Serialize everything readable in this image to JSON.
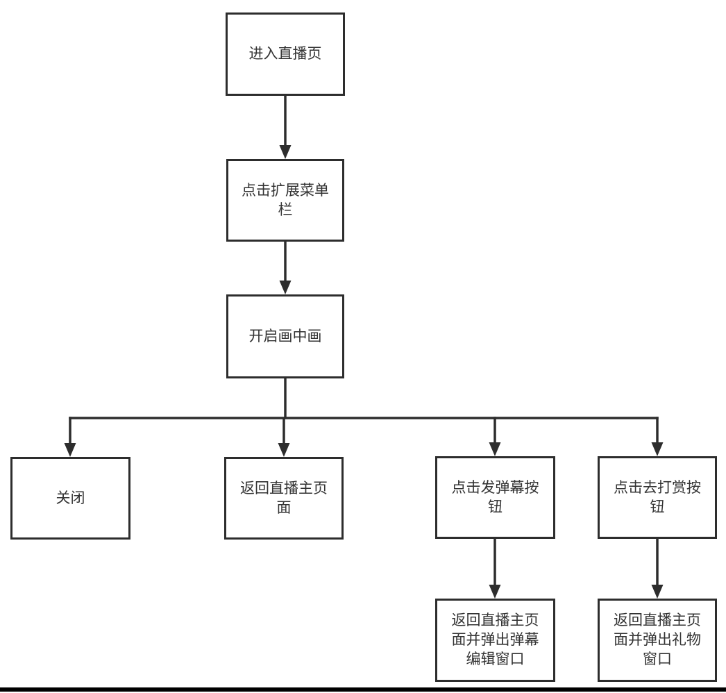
{
  "diagram": {
    "type": "flowchart",
    "nodes": [
      {
        "id": "enter-live-page",
        "label": "进入直播页"
      },
      {
        "id": "click-expand-menu-bar",
        "label": "点击扩展菜单栏"
      },
      {
        "id": "enable-pip",
        "label": "开启画中画"
      },
      {
        "id": "close",
        "label": "关闭"
      },
      {
        "id": "return-live-main-page",
        "label": "返回直播主页面"
      },
      {
        "id": "click-send-danmaku-btn",
        "label": "点击发弹幕按钮"
      },
      {
        "id": "click-reward-btn",
        "label": "点击去打赏按钮"
      },
      {
        "id": "return-main-danmaku-editor",
        "label": "返回直播主页面并弹出弹幕编辑窗口"
      },
      {
        "id": "return-main-gift-window",
        "label": "返回直播主页面并弹出礼物窗口"
      }
    ],
    "edges": [
      {
        "from": "enter-live-page",
        "to": "click-expand-menu-bar"
      },
      {
        "from": "click-expand-menu-bar",
        "to": "enable-pip"
      },
      {
        "from": "enable-pip",
        "to": "close"
      },
      {
        "from": "enable-pip",
        "to": "return-live-main-page"
      },
      {
        "from": "enable-pip",
        "to": "click-send-danmaku-btn"
      },
      {
        "from": "enable-pip",
        "to": "click-reward-btn"
      },
      {
        "from": "click-send-danmaku-btn",
        "to": "return-main-danmaku-editor"
      },
      {
        "from": "click-reward-btn",
        "to": "return-main-gift-window"
      }
    ]
  },
  "colors": {
    "line": "#2d2d2d",
    "text": "#333333",
    "background": "#ffffff",
    "divider": "#000000"
  }
}
